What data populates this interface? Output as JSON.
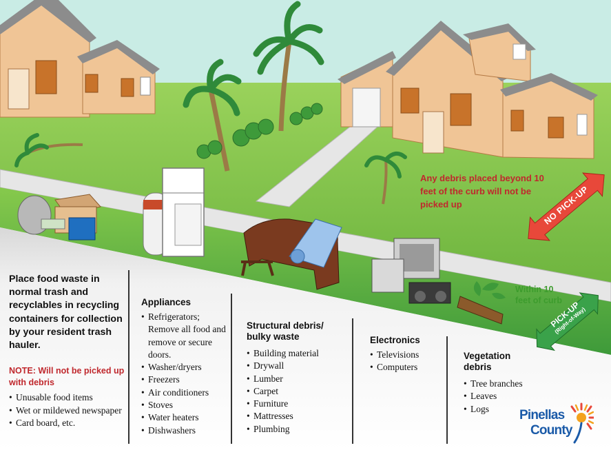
{
  "intro": "Place food waste in normal trash and recyclables in recycling containers for collection by your resident trash hauler.",
  "note": {
    "title": "NOTE: Will not be picked up with debris",
    "items": [
      "Unusable food items",
      "Wet or mildewed newspaper",
      "Card board, etc."
    ]
  },
  "appliances": {
    "heading": "Appliances",
    "items": [
      "Refrigerators; Remove all food and remove or secure doors.",
      "Washer/dryers",
      "Freezers",
      "Air conditioners",
      "Stoves",
      "Water heaters",
      "Dishwashers"
    ]
  },
  "structural": {
    "heading": "Structural debris/ bulky waste",
    "items": [
      "Building material",
      "Drywall",
      "Lumber",
      "Carpet",
      "Furniture",
      "Mattresses",
      "Plumbing"
    ]
  },
  "electronics": {
    "heading": "Electronics",
    "items": [
      "Televisions",
      "Computers"
    ]
  },
  "vegetation": {
    "heading": "Vegetation debris",
    "items": [
      "Tree branches",
      "Leaves",
      "Logs"
    ]
  },
  "no_pickup_note": "Any debris placed beyond 10 feet of the curb will not be picked up",
  "no_pickup_arrow": "NO PICK-UP",
  "within_note": "Within 10 feet of curb",
  "pickup_arrow": "PICK-UP",
  "pickup_arrow_sub": "(Right-of-Way)",
  "logo": {
    "line1": "Pinellas",
    "line2": "County"
  },
  "colors": {
    "sky": "#c9ece5",
    "lawn": "#7fc24a",
    "lawn_dark": "#3e9a3a",
    "road": "#ebebeb",
    "house": "#f0c596",
    "roof": "#8c8c8c",
    "shutter": "#c8732a",
    "no_pickup_arrow": "#e8483a",
    "pickup_arrow": "#3aa24a",
    "note_red": "#c0282d",
    "brand_blue": "#1a5aa8"
  }
}
